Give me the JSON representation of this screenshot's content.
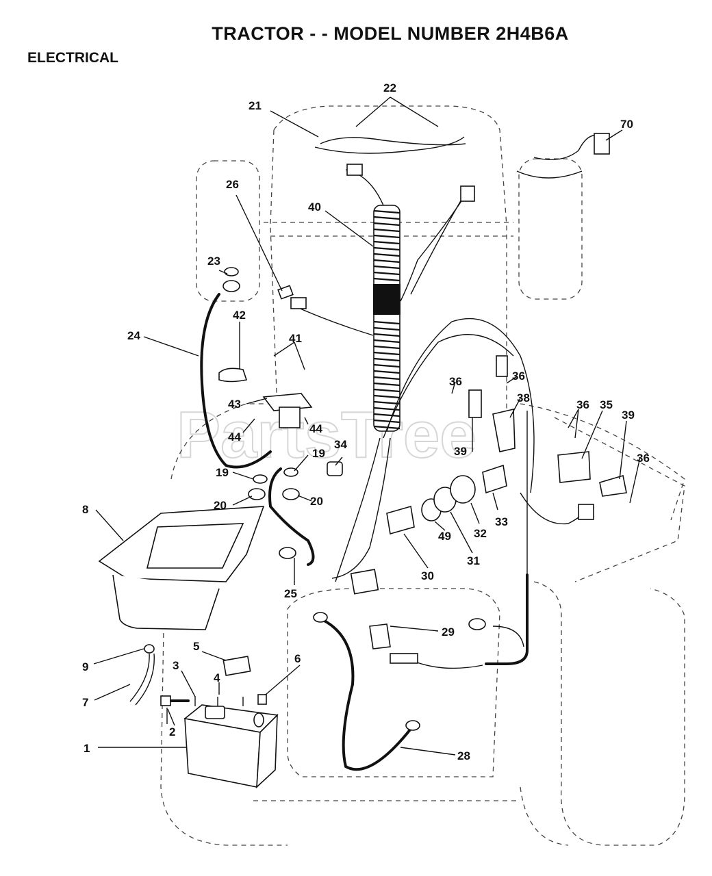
{
  "header": {
    "title": "TRACTOR - - MODEL NUMBER 2H4B6A",
    "section": "ELECTRICAL"
  },
  "watermark": "PartsTree",
  "callouts": [
    "1",
    "2",
    "3",
    "4",
    "5",
    "6",
    "7",
    "8",
    "9",
    "19",
    "19",
    "20",
    "20",
    "21",
    "22",
    "23",
    "24",
    "25",
    "26",
    "28",
    "29",
    "30",
    "31",
    "32",
    "33",
    "34",
    "35",
    "36",
    "36",
    "36",
    "36",
    "38",
    "39",
    "39",
    "40",
    "41",
    "42",
    "43",
    "44",
    "44",
    "49",
    "70"
  ]
}
